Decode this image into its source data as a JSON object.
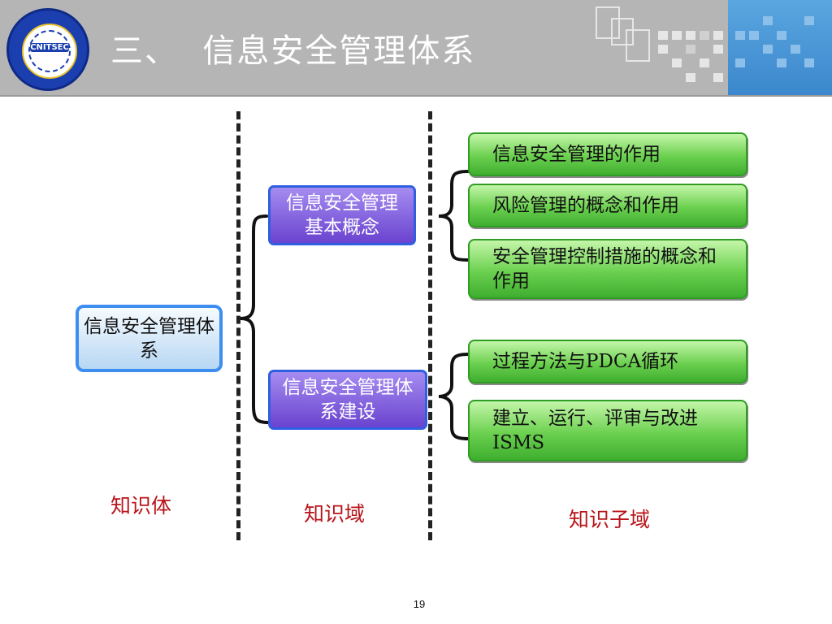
{
  "header": {
    "title": "三、  信息安全管理体系",
    "logo_text": "CNITSEC"
  },
  "diagram": {
    "root": {
      "text": "信息安全管理体系"
    },
    "domains": [
      {
        "text": "信息安全管理基本概念"
      },
      {
        "text": "信息安全管理体系建设"
      }
    ],
    "subdomains": [
      {
        "text": "信息安全管理的作用"
      },
      {
        "text": "风险管理的概念和作用"
      },
      {
        "text": "安全管理控制措施的概念和作用"
      },
      {
        "text": "过程方法与PDCA循环"
      },
      {
        "text": "建立、运行、评审与改进ISMS"
      }
    ],
    "column_labels": {
      "body": "知识体",
      "domain": "知识域",
      "subdomain": "知识子域"
    }
  },
  "footer": {
    "page_number": "19"
  },
  "colors": {
    "header_gray": "#b5b5b5",
    "header_blue": "#3b87cc",
    "root_border": "#3d8ef0",
    "domain_fill": "#6a43cf",
    "subdomain_fill": "#6bd04f",
    "label_red": "#b8141a"
  }
}
